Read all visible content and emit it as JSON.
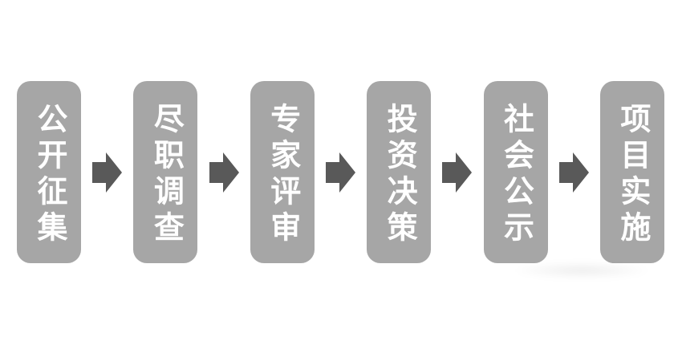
{
  "flowchart": {
    "type": "process-flow",
    "direction": "left-to-right",
    "steps": [
      {
        "label": "公开征集"
      },
      {
        "label": "尽职调查"
      },
      {
        "label": "专家评审"
      },
      {
        "label": "投资决策"
      },
      {
        "label": "社会公示"
      },
      {
        "label": "项目实施"
      }
    ],
    "connector": "right-block-arrow",
    "colors": {
      "step_fill": "#a6a6a6",
      "step_text": "#ffffff",
      "arrow_fill": "#595959",
      "background": "#ffffff"
    }
  }
}
